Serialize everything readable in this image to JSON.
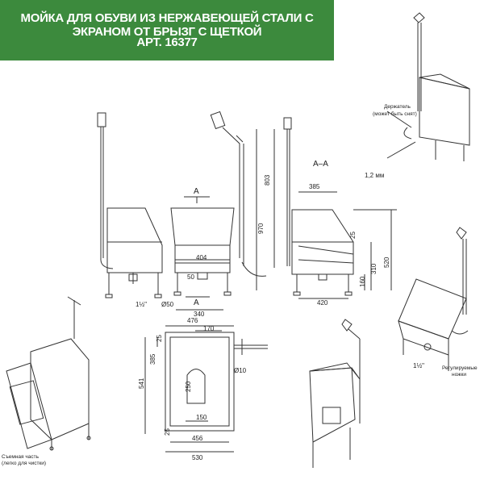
{
  "header": {
    "title": "МОЙКА ДЛЯ ОБУВИ ИЗ НЕРЖАВЕЮЩЕЙ СТАЛИ С ЭКРАНОМ ОТ БРЫЗГ С ЩЕТКОЙ",
    "article": "АРТ. 16377"
  },
  "colors": {
    "banner": "#3c8a3d",
    "line": "#333333"
  },
  "front_view": {
    "section_mark_top": "A",
    "section_mark_bottom": "A",
    "dim_404": "404",
    "dim_50": "50",
    "dim_340": "340",
    "dim_970": "970",
    "dim_d50": "Ø50",
    "pipe": "1½\""
  },
  "section_view": {
    "title": "A–A",
    "dim_803": "803",
    "dim_385": "385",
    "dim_25": "25",
    "dim_520": "520",
    "dim_310": "310",
    "dim_160": "160",
    "dim_420": "420"
  },
  "top_view": {
    "dim_476": "476",
    "dim_170": "170",
    "dim_25": "25",
    "dim_385": "385",
    "dim_541": "541",
    "dim_150": "150",
    "dim_250": "250",
    "dim_d10": "Ø10",
    "dim_25b": "25",
    "dim_456": "456",
    "dim_530": "530"
  },
  "notes": {
    "holder_line1": "Держатель",
    "holder_line2": "(может быть снят)",
    "thickness": "1,2 мм",
    "removable_line1": "Съемная часть",
    "removable_line2": "(легко для чистки)",
    "adjustable_line1": "Регулируемые",
    "adjustable_line2": "ножки",
    "pipe_iso": "1½\""
  }
}
